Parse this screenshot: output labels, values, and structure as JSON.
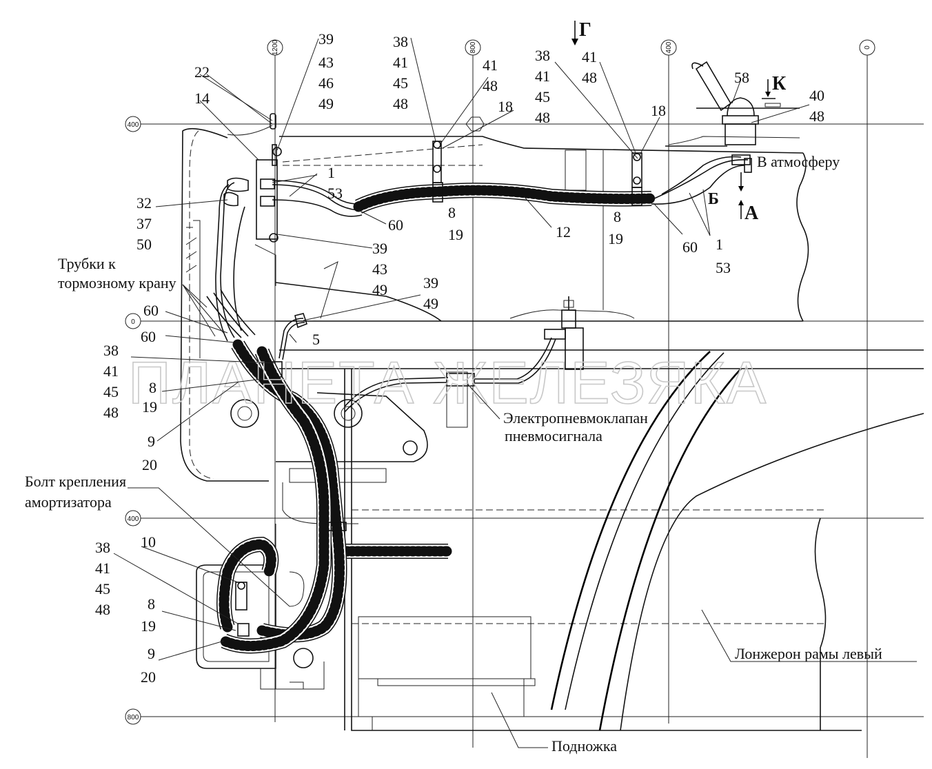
{
  "coords": {
    "c1200": "1200",
    "c800": "800",
    "c400top": "400",
    "c0top": "0",
    "r400": "400",
    "r0": "0",
    "r400b": "400",
    "r800": "800"
  },
  "labels": {
    "l22": "22",
    "l14": "14",
    "l39a": "39",
    "l43a": "43",
    "l46a": "46",
    "l49a": "49",
    "l38a": "38",
    "l41a": "41",
    "l45a": "45",
    "l48a": "48",
    "l41b": "41",
    "l48b": "48",
    "l18a": "18",
    "l38b": "38",
    "l41c": "41",
    "l45b": "45",
    "l48c": "48",
    "l41d": "41",
    "l48d": "48",
    "l58": "58",
    "l40": "40",
    "l48e": "48",
    "l18b": "18",
    "l1a": "1",
    "l53a": "53",
    "l32": "32",
    "l37": "37",
    "l50": "50",
    "l60a": "60",
    "l8a": "8",
    "l19a": "19",
    "l12": "12",
    "l8b": "8",
    "l19b": "19",
    "l60b": "60",
    "l1b": "1",
    "l53b": "53",
    "l39b": "39",
    "l43b": "43",
    "l49b": "49",
    "l39c": "39",
    "l49c": "49",
    "l60c": "60",
    "l60d": "60",
    "l5": "5",
    "l38c": "38",
    "l41e": "41",
    "l45c": "45",
    "l48f": "48",
    "l8c": "8",
    "l19c": "19",
    "l9a": "9",
    "l20a": "20",
    "l10": "10",
    "l38d": "38",
    "l41f": "41",
    "l45d": "45",
    "l48g": "48",
    "l8d": "8",
    "l19d": "19",
    "l9b": "9",
    "l20b": "20"
  },
  "callouts": {
    "view_g": "Г",
    "view_k": "К",
    "view_a": "А",
    "view_b": "Б",
    "to_atmosphere": "В атмосферу",
    "tubes_line1": "Трубки к",
    "tubes_line2": "тормозному крану",
    "valve_line1": "Электропневмоклапан",
    "valve_line2": "пневмосигнала",
    "bolt_line1": "Болт крепления",
    "bolt_line2": "амортизатора",
    "frame_rail": "Лонжерон рамы левый",
    "footstep": "Подножка"
  },
  "watermark": "ПЛАНЕТА ЖЕЛЕЗЯКА"
}
